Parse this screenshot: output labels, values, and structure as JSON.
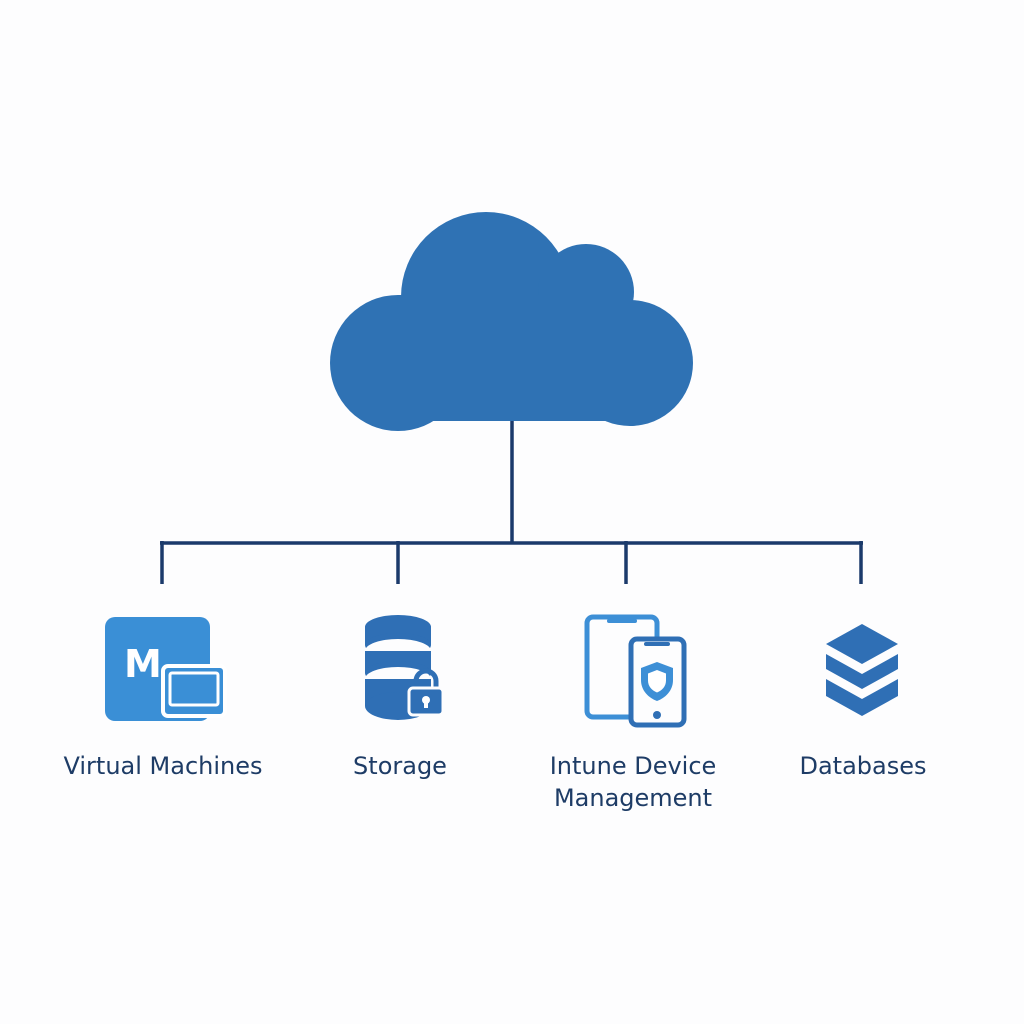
{
  "diagram": {
    "root": {
      "icon": "cloud-icon"
    },
    "colors": {
      "cloud": "#2f72b4",
      "connector": "#1b3a6b",
      "icon_primary": "#3072b8",
      "icon_light": "#3d8fd6",
      "label_text": "#1e3c66",
      "background": "#fdfdfe"
    },
    "nodes": [
      {
        "id": "vm",
        "label": "Virtual Machines",
        "icon": "virtual-machine-monitor-icon"
      },
      {
        "id": "storage",
        "label": "Storage",
        "icon": "storage-lock-icon"
      },
      {
        "id": "intune",
        "label": "Intune Device Management",
        "icon": "devices-shield-icon"
      },
      {
        "id": "db",
        "label": "Databases",
        "icon": "stacked-layers-icon"
      }
    ],
    "vm_icon_letter": "M"
  }
}
